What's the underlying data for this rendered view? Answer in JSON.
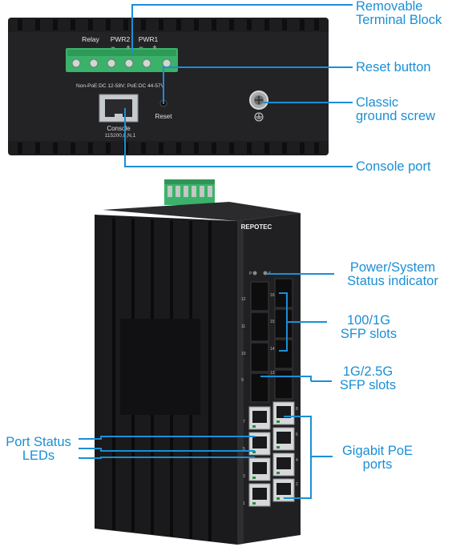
{
  "callouts": {
    "terminal_block": [
      "Removable",
      "Terminal Block"
    ],
    "reset_button": "Reset button",
    "ground_screw": [
      "Classic",
      "ground screw"
    ],
    "console_port": "Console port",
    "status_indicator": [
      "Power/System",
      "Status indicator"
    ],
    "sfp_100_1g": [
      "100/1G",
      "SFP slots"
    ],
    "sfp_1g_2_5g": [
      "1G/2.5G",
      "SFP slots"
    ],
    "port_status_leds": [
      "Port Status",
      "LEDs"
    ],
    "poe_ports": [
      "Gigabit PoE",
      "ports"
    ]
  },
  "device_labels": {
    "relay": "Relay",
    "pwr2": "PWR2",
    "pwr1": "PWR1",
    "polarity": [
      "−",
      "+",
      "−",
      "+"
    ],
    "power_spec": "Non-PoE:DC 12-58V;  PoE:DC 44-57V",
    "console": "Console",
    "console_spec": "115200,8,N,1",
    "reset": "Reset",
    "brand": "REPOTEC",
    "led_labels": [
      "P",
      "S"
    ],
    "sfp_left_numbers": [
      "12",
      "11",
      "10",
      "9"
    ],
    "sfp_right_numbers": [
      "16",
      "15",
      "14",
      "13"
    ],
    "rj45_left_numbers": [
      "7",
      "5",
      "3",
      "1"
    ],
    "rj45_right_numbers": [
      "8",
      "6",
      "4",
      "2"
    ]
  },
  "colors": {
    "accent": "#1a8fd6",
    "terminal_green": "#3bb26a",
    "device_dark": "#1c1c1e"
  }
}
